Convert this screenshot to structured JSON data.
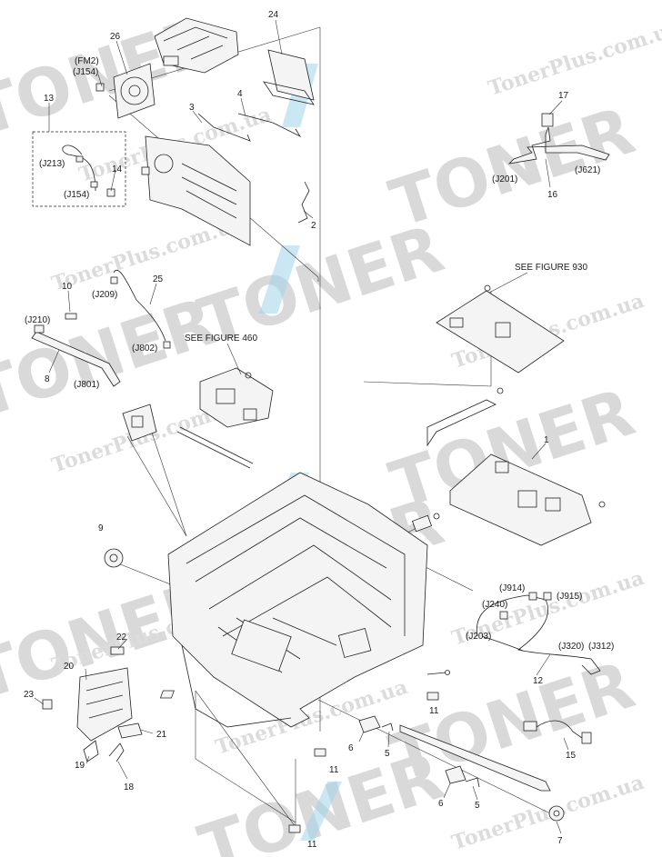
{
  "diagram": {
    "callouts": [
      {
        "id": "c24",
        "text": "24"
      },
      {
        "id": "c26",
        "text": "26"
      },
      {
        "id": "cfm2",
        "text": "(FM2)"
      },
      {
        "id": "cj154a",
        "text": "(J154)"
      },
      {
        "id": "c13",
        "text": "13"
      },
      {
        "id": "c3",
        "text": "3"
      },
      {
        "id": "c4",
        "text": "4"
      },
      {
        "id": "cj213",
        "text": "(J213)"
      },
      {
        "id": "c14",
        "text": "14"
      },
      {
        "id": "cj154b",
        "text": "(J154)"
      },
      {
        "id": "c2",
        "text": "2"
      },
      {
        "id": "c17",
        "text": "17"
      },
      {
        "id": "cj201",
        "text": "(J201)"
      },
      {
        "id": "cj621",
        "text": "(J621)"
      },
      {
        "id": "c16",
        "text": "16"
      },
      {
        "id": "cseefig930",
        "text": "SEE FIGURE 930"
      },
      {
        "id": "c10",
        "text": "10"
      },
      {
        "id": "c25",
        "text": "25"
      },
      {
        "id": "cj209",
        "text": "(J209)"
      },
      {
        "id": "cj210",
        "text": "(J210)"
      },
      {
        "id": "cj802",
        "text": "(J802)"
      },
      {
        "id": "cseefig460",
        "text": "SEE FIGURE 460"
      },
      {
        "id": "c8",
        "text": "8"
      },
      {
        "id": "cj801",
        "text": "(J801)"
      },
      {
        "id": "c1",
        "text": "1"
      },
      {
        "id": "c9",
        "text": "9"
      },
      {
        "id": "cj914",
        "text": "(J914)"
      },
      {
        "id": "cj915",
        "text": "(J915)"
      },
      {
        "id": "cj240",
        "text": "(J240)"
      },
      {
        "id": "cj203",
        "text": "(J203)"
      },
      {
        "id": "cj320",
        "text": "(J320)"
      },
      {
        "id": "cj312",
        "text": "(J312)"
      },
      {
        "id": "c12",
        "text": "12"
      },
      {
        "id": "c22",
        "text": "22"
      },
      {
        "id": "c20",
        "text": "20"
      },
      {
        "id": "c23",
        "text": "23"
      },
      {
        "id": "c11a",
        "text": "11"
      },
      {
        "id": "c21",
        "text": "21"
      },
      {
        "id": "c6a",
        "text": "6"
      },
      {
        "id": "c5a",
        "text": "5"
      },
      {
        "id": "c11b",
        "text": "11"
      },
      {
        "id": "c15",
        "text": "15"
      },
      {
        "id": "c19",
        "text": "19"
      },
      {
        "id": "c18",
        "text": "18"
      },
      {
        "id": "c6b",
        "text": "6"
      },
      {
        "id": "c5b",
        "text": "5"
      },
      {
        "id": "c7",
        "text": "7"
      },
      {
        "id": "c11c",
        "text": "11"
      }
    ]
  },
  "watermark": {
    "brand": "TONER",
    "domain": "TonerPlus.com.ua",
    "color": "#d9d9d9"
  },
  "accent": {
    "cyan": "#9fd3ea"
  }
}
